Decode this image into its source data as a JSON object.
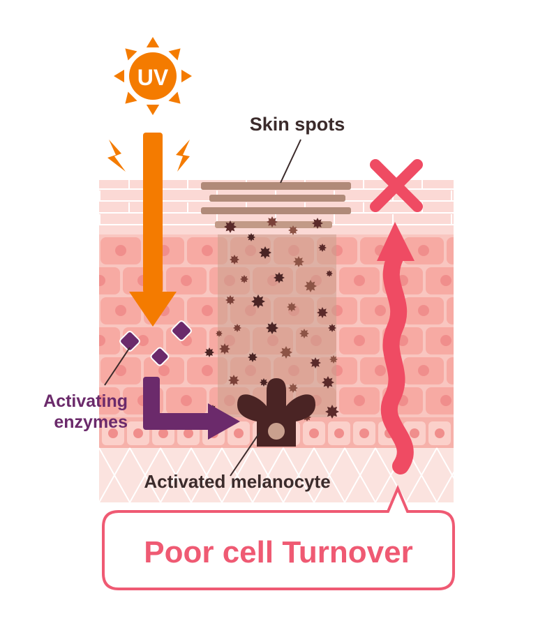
{
  "labels": {
    "uv": "UV",
    "skin_spots": "Skin spots",
    "enzymes_line1": "Activating",
    "enzymes_line2": "enzymes",
    "melanocyte": "Activated melanocyte",
    "callout": "Poor cell Turnover"
  },
  "colors": {
    "uv_orange": "#f47b00",
    "skin_light": "#fbd9d5",
    "skin_mid": "#f5b5ad",
    "skin_cell": "#f39d99",
    "spot_brown": "#b08a79",
    "melanin_dark": "#5a2a2a",
    "enzyme_purple": "#6b2a6b",
    "turnover_red": "#ef4b63",
    "callout_border": "#ef5a73",
    "text_dark": "#3b2b2b"
  },
  "icons": [
    "sun-icon",
    "lightning-icon",
    "down-arrow-icon",
    "elbow-arrow-icon",
    "wavy-up-arrow-icon",
    "cross-icon",
    "melanin-granule-icon"
  ]
}
